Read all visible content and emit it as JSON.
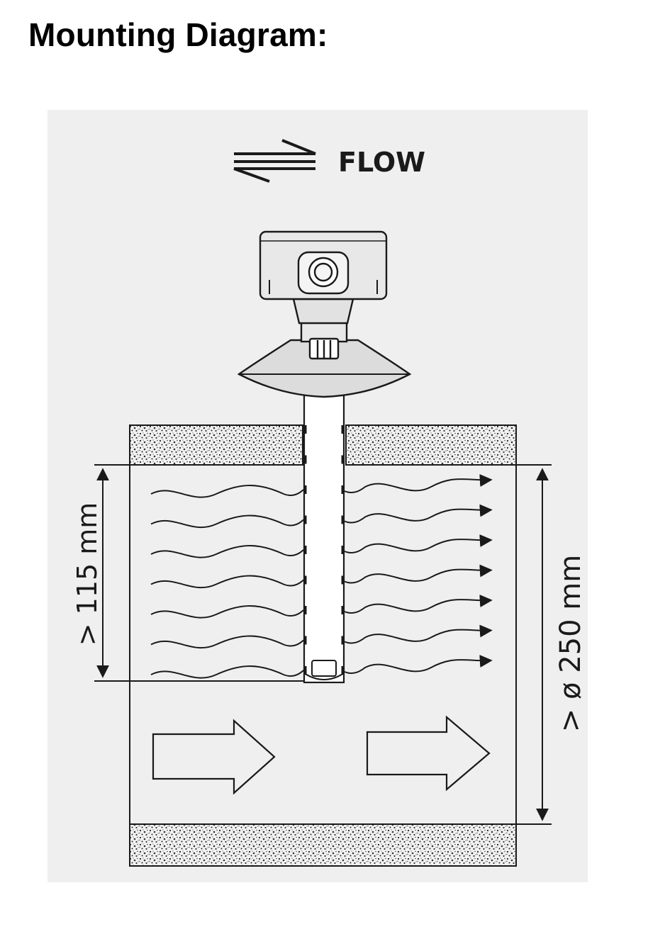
{
  "title": "Mounting Diagram:",
  "flow_label": "FLOW",
  "dimension_depth": "> 115 mm",
  "dimension_diameter": "> ø 250 mm",
  "colors": {
    "panel_background": "#efefef",
    "line": "#1a1a1a",
    "sensor_fill": "#e6e6e6"
  },
  "icons": [
    "bidirectional-flow-arrows-icon",
    "flow-arrow-icon",
    "wave-arrow-icon"
  ]
}
